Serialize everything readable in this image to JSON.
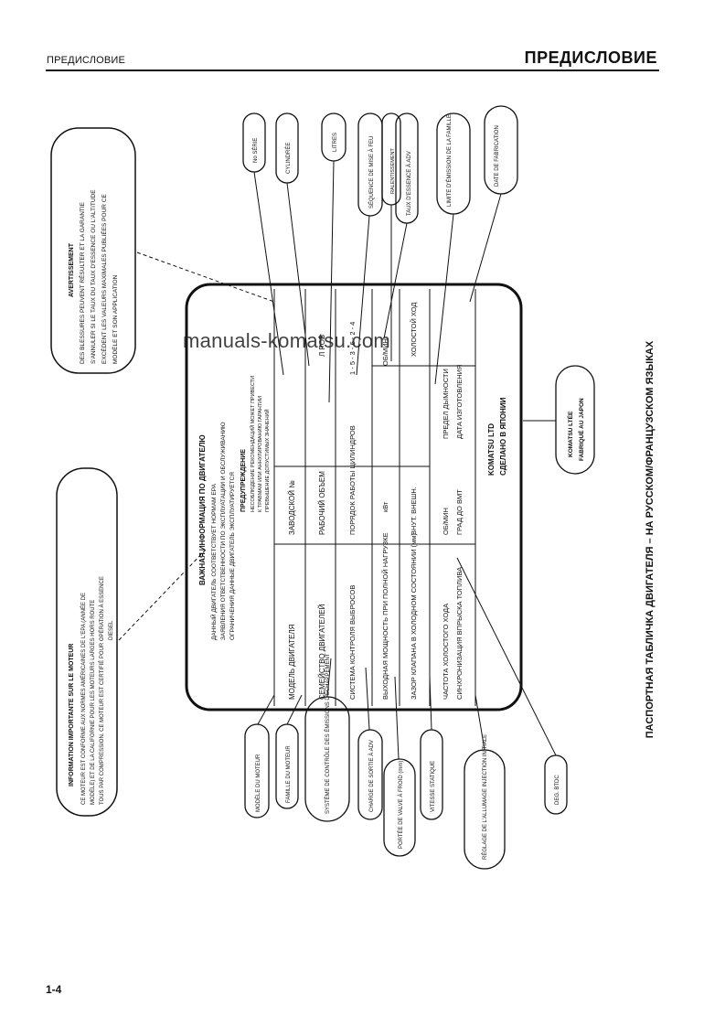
{
  "header": {
    "left_title": "ПРЕДИСЛОВИЕ",
    "right_title": "ПРЕДИСЛОВИЕ"
  },
  "page_number": "1-4",
  "watermark": "manuals-komatsu.com",
  "caption": "ПАСПОРТНАЯ ТАБЛИЧКА ДВИГАТЕЛЯ – НА РУССКОМ/ФРАНЦУЗСКОМ ЯЗЫКАХ",
  "plate": {
    "title": "ВАЖНАЯ ИНФОРМАЦИЯ ПО ДВИГАТЕЛЮ",
    "intro": [
      "ДАННЫЙ ДВИГАТЕЛЬ СООТВЕТСТВУЕТ НОРМАМ EPA",
      "ЗАЯВЛЕНИЯ ОТВЕТСТВЕННОСТИ ПО ЭКСПЛУАТАЦИИ И ОБСЛУЖИВАНИЮ",
      "ОГРАНИЧЕНИЯ ДАННЫЕ ДВИГАТЕЛЬ ЭКСПЛУАТИРУЕТСЯ"
    ],
    "warning_title": "ПРЕДУПРЕЖДЕНИЕ",
    "warning_lines": [
      "НЕСОБЛЮДЕНИЕ РЕКОМЕНДАЦИЙ МОЖЕТ ПРИВЕСТИ",
      "К ТРАВМАМ ИЛИ АННУЛИРОВАНИЮ ГАРАНТИИ",
      "ПРЕВЫШЕНИЕ ДОПУСТИМЫХ ЗНАЧЕНИЙ"
    ],
    "rows": [
      {
        "label": "МОДЕЛЬ ДВИГАТЕЛЯ",
        "value": "ЗАВОДСКОЙ №",
        "extra": ""
      },
      {
        "label": "СЕМЕЙСТВО ДВИГАТЕЛЕЙ",
        "value": "РАБОЧИЙ ОБЪЕМ",
        "extra": "Л РОВ"
      },
      {
        "label": "СИСТЕМА КОНТРОЛЯ ВЫБРОСОВ",
        "value": "ПОРЯДОК РАБОТЫ ЦИЛИНДРОВ",
        "extra": "1 - 5 - 3 - 6 - 2 - 4"
      },
      {
        "label": "ВЫХОДНАЯ МОЩНОСТЬ ПРИ ПОЛНОЙ НАГРУЗКЕ",
        "value": "кВт",
        "extra": "ОБ/МИН"
      },
      {
        "label": "ЗАЗОР КЛАПАНА В ХОЛОДНОМ СОСТОЯНИИ (мм)",
        "value": "ВНУТ.   ВНЕШН.",
        "extra": "ХОЛОСТОЙ ХОД"
      },
      {
        "label": "ЧАСТОТА ХОЛОСТОГО ХОДА",
        "value": "ОБ/МИН",
        "extra": "ПРЕДЕЛ ДЫМНОСТИ"
      },
      {
        "label": "СИНХРОНИЗАЦИЯ ВПРЫСКА ТОПЛИВА",
        "value": "ГРАД ДО ВМТ",
        "extra": "ДАТА ИЗГОТОВЛЕНИЯ"
      }
    ],
    "manufacturer": "KOMATSU LTD",
    "made_in": "СДЕЛАНО В ЯПОНИИ"
  },
  "callouts_top": [
    "No SÉRIE",
    "CYLINDRÉE",
    "LITRES",
    "SÉQUENCE DE MISE À FEU",
    "RALENTISSEMENT",
    "TAUX D'ESSENCE À ADV",
    "LIMITE D'ÉMISSION DE LA FAMILLE",
    "DATE DE FABRICATION"
  ],
  "callouts_bottom": [
    "MODÈLE DU MOTEUR",
    "FAMILLE DU MOTEUR",
    "SYSTÈME DE CONTRÔLE DES ÉMISSIONS D'ÉCHAPPEMENT",
    "CHARGE DE SORTIE À ADV",
    "PORTÉE DE VALVE À FROID (mm)",
    "VITESSE STATIQUE",
    "RÉGLAGE DE L'ALLUMAGE INJECTION INITIALE",
    "DEG. BTDC"
  ],
  "box_left": {
    "title": "INFORMATION IMPORTANTE SUR LE MOTEUR",
    "lines": [
      "CE MOTEUR EST CONFORME AUX NORMES AMÉRICAINES DE L'EPA (ANNÉE DE",
      "MODÈLE) ET DE LA CALIFORNIE POUR LES MOTEURS LARGES HORS ROUTE",
      "TOUS PAR COMPRESSION. CE MOTEUR EST CERTIFIÉ POUR OPÉRATION À ESSENCE",
      "DIESEL"
    ]
  },
  "box_top": {
    "title": "AVERTISSEMENT",
    "lines": [
      "DES BLESSURES PEUVENT RÉSULTER ET LA GARANTIE",
      "S'ANNULER SI LE TAUX DU TAUX D'ESSENCE OU L'ALTITUDE",
      "EXCÈDENT LES VALEURS MAXIMALES PUBLIÉES POUR CE",
      "MODÈLE ET SON APPLICATION"
    ]
  },
  "komatsu_fr": [
    "KOMATSU LTÉE",
    "FABRIQUÉ AU JAPON"
  ]
}
